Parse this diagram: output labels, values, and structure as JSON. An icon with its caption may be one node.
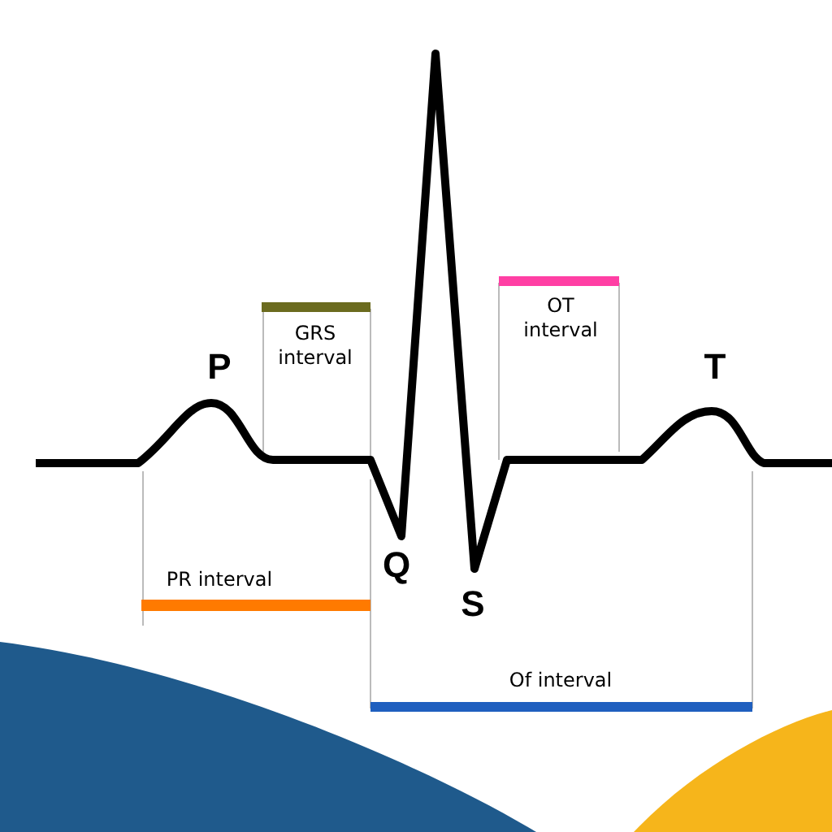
{
  "diagram": {
    "labels": [
      "P",
      "GRS interval",
      "OT interval",
      "T",
      "Q",
      "S",
      "PR interval",
      "Of interval"
    ]
  }
}
